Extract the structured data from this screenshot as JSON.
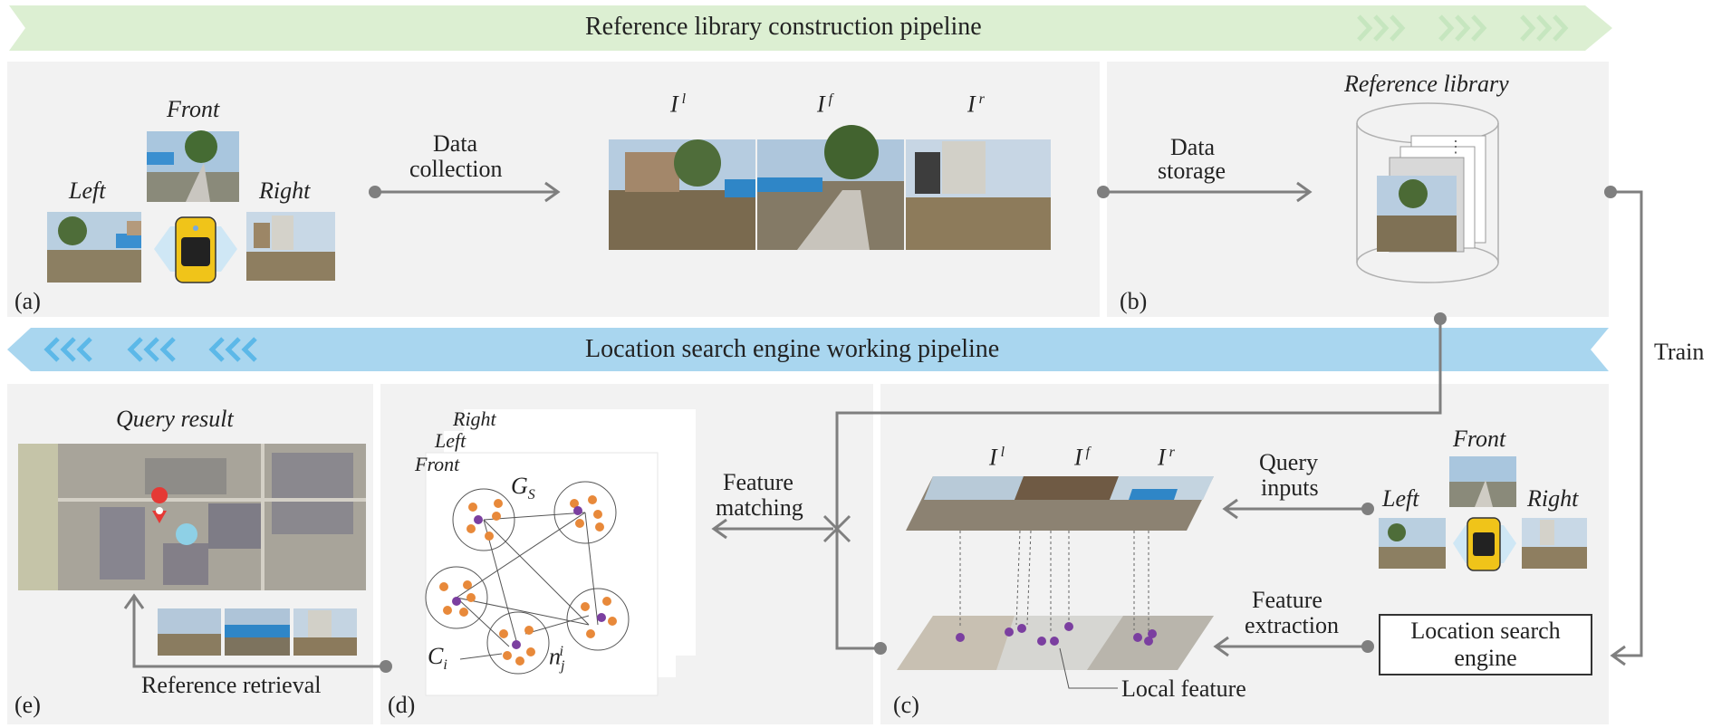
{
  "banners": {
    "top": "Reference library construction pipeline",
    "middle": "Location search engine working pipeline"
  },
  "panel_a": {
    "tag": "(a)",
    "front": "Front",
    "left": "Left",
    "right": "Right",
    "arrow_label_line1": "Data",
    "arrow_label_line2": "collection",
    "img_left_label": "I",
    "img_left_sup": "l",
    "img_front_label": "I",
    "img_front_sup": "f",
    "img_right_label": "I",
    "img_right_sup": "r"
  },
  "panel_b": {
    "tag": "(b)",
    "arrow_label_line1": "Data",
    "arrow_label_line2": "storage",
    "library_title": "Reference library"
  },
  "side": {
    "train": "Train"
  },
  "panel_c": {
    "tag": "(c)",
    "front": "Front",
    "left": "Left",
    "right": "Right",
    "query_inputs_line1": "Query",
    "query_inputs_line2": "inputs",
    "feature_extraction_line1": "Feature",
    "feature_extraction_line2": "extraction",
    "engine_line1": "Location search",
    "engine_line2": "engine",
    "local_feature": "Local feature",
    "img_left_label": "I",
    "img_left_sup": "l",
    "img_front_label": "I",
    "img_front_sup": "f",
    "img_right_label": "I",
    "img_right_sup": "r"
  },
  "panel_d": {
    "tag": "(d)",
    "stack_right": "Right",
    "stack_left": "Left",
    "stack_front": "Front",
    "graph_label": "G",
    "graph_sub": "S",
    "cluster_label": "C",
    "cluster_sub": "i",
    "node_label": "n",
    "node_sub": "j",
    "node_sup": "i",
    "feature_matching_line1": "Feature",
    "feature_matching_line2": "matching"
  },
  "panel_e": {
    "tag": "(e)",
    "title": "Query result",
    "reference_retrieval": "Reference retrieval"
  },
  "colors": {
    "top_banner": "#dcefd2",
    "mid_banner": "#a9d6ef",
    "panel_bg": "#f2f2f2",
    "arrow": "#7f7f7f",
    "node_orange": "#e8893a",
    "node_purple": "#7b3fa0"
  }
}
